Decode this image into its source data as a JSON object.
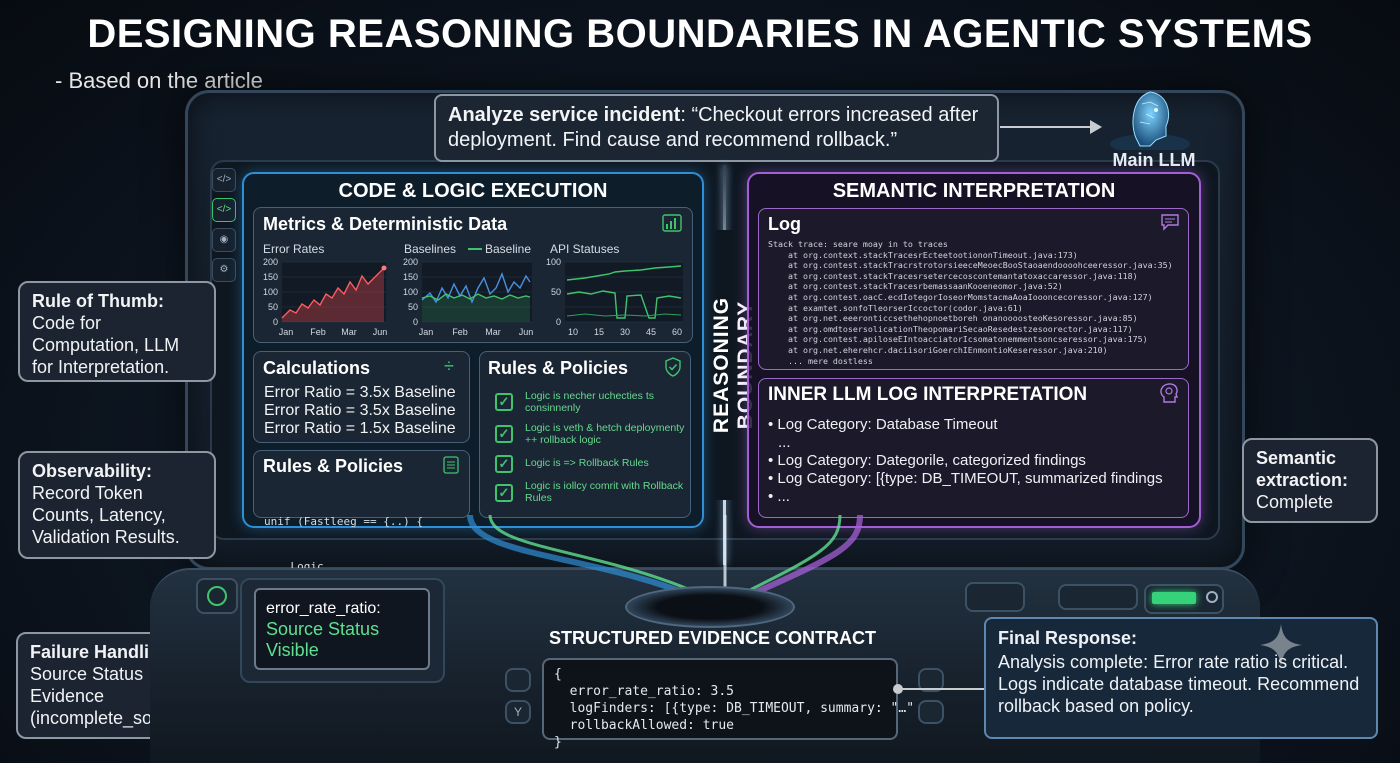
{
  "header": {
    "title": "DESIGNING REASONING BOUNDARIES IN AGENTIC SYSTEMS",
    "subtitle": "- Based on the article"
  },
  "question": {
    "label": "Analyze service incident",
    "text": ": “Checkout errors increased after deployment. Find cause and recommend rollback.”"
  },
  "main_llm": {
    "label": "Main LLM"
  },
  "toolbar": {
    "items": [
      "</>",
      "</>",
      "◉",
      "⚙"
    ]
  },
  "boundary": {
    "label": "REASONING BOUNDARY"
  },
  "code_panel": {
    "title": "CODE & LOGIC EXECUTION",
    "metrics": {
      "title": "Metrics & Deterministic Data",
      "charts": [
        {
          "title": "Error Rates",
          "yticks": [
            "200",
            "150",
            "100",
            "50",
            "0"
          ],
          "xticks": [
            "Jan",
            "Feb",
            "Mar",
            "Jun"
          ]
        },
        {
          "title": "Baselines",
          "legend": "Baseline",
          "yticks": [
            "200",
            "150",
            "100",
            "50",
            "0"
          ],
          "xticks": [
            "Jan",
            "Feb",
            "Mar",
            "Jun"
          ]
        },
        {
          "title": "API Statuses",
          "yticks": [
            "100",
            "50",
            "0"
          ],
          "xticks": [
            "10",
            "15",
            "30",
            "45",
            "60"
          ]
        }
      ]
    },
    "calculations": {
      "title": "Calculations",
      "lines": [
        "Error Ratio = 3.5x Baseline",
        "Error Ratio = 3.5x Baseline",
        "Error Ratio = 1.5x Baseline"
      ]
    },
    "rules_code": {
      "title": "Rules & Policies",
      "code_line1": "unif (Fastleeg == {..) {",
      "code_line2": "    Logic"
    },
    "rules_list": {
      "title": "Rules & Policies",
      "items": [
        "Logic is necher uchecties ts consinnenly",
        "Logic is veth & hetch deploymenty ++ rollback logic",
        "Logic is => Rollback Rules",
        "Logic is iollcy comrit with Rollback Rules"
      ]
    }
  },
  "semantic_panel": {
    "title": "SEMANTIC INTERPRETATION",
    "log": {
      "title": "Log",
      "lines": [
        "Stack trace: seare moay in to traces",
        "    at org.context.stackTracesrEcteetootiononTimeout.java:173)",
        "    at org.contest.stackTracrstrotorsieeceMeoecBooStaoaendoooohceeressor.java:35)",
        "    at org.contest.stackTracesrsetercecoscontemantatoxaccaressor.java:118)",
        "    at org.contest.stackTracesrbemassaanKooeneomor.java:52)",
        "    at org.contest.oacC.ecdIotegorIoseorMomstacmaAoaIoooncecoressor.java:127)",
        "    at examtet.sonfoTleorserIccoctor(codor.java:61)",
        "    at org.net.eeeronticcsethehopnoetboreh onanoooosteoKesoressor.java:85)",
        "    at org.omdtosersolicationTheopomariSecaoResedestzesoorector.java:117)",
        "    at org.contest.apiloseEIntoacciatorIcsomatonemmentsoncseressor.java:175)",
        "    at org.net.eherehcr.daciisoriGoerchIEnmontioKeseressor.java:210)",
        "    ... mere dostless"
      ]
    },
    "interpretation": {
      "title": "INNER LLM LOG INTERPRETATION",
      "lines": [
        "• Log Category: Database Timeout",
        "...",
        "• Log Category: Dategorile, categorized findings",
        "• Log Category: [{type: DB_TIMEOUT, summarized findings",
        "• ..."
      ]
    }
  },
  "callouts": {
    "rule_of_thumb": {
      "title": "Rule of Thumb:",
      "text": "Code for Computation, LLM for Interpretation."
    },
    "observability": {
      "title": "Observability:",
      "text": "Record Token Counts, Latency, Validation Results."
    },
    "failure_handling": {
      "title": "Failure Handling:",
      "text": "Source Status Evidence (incomplete_sources)."
    },
    "semantic_extraction": {
      "title": "Semantic extraction:",
      "text": "Complete"
    }
  },
  "left_screen": {
    "label": "error_rate_ratio:",
    "value": "Source Status Visible"
  },
  "evidence": {
    "title": "STRUCTURED EVIDENCE CONTRACT",
    "code": "{\n  error_rate_ratio: 3.5\n  logFinders: [{type: DB_TIMEOUT, summary: \"…\"\n  rollbackAllowed: true\n}"
  },
  "final_response": {
    "title": "Final Response:",
    "text": "Analysis complete: Error rate ratio is critical. Logs indicate database timeout. Recommend rollback based on policy."
  },
  "colors": {
    "code_accent": "#2f8fd6",
    "semantic_accent": "#a45fd6",
    "error_series": "#e5484d",
    "baseline_series": "#3fc46e",
    "actual_series": "#4b8fe0",
    "rule_text": "#66d98f"
  }
}
